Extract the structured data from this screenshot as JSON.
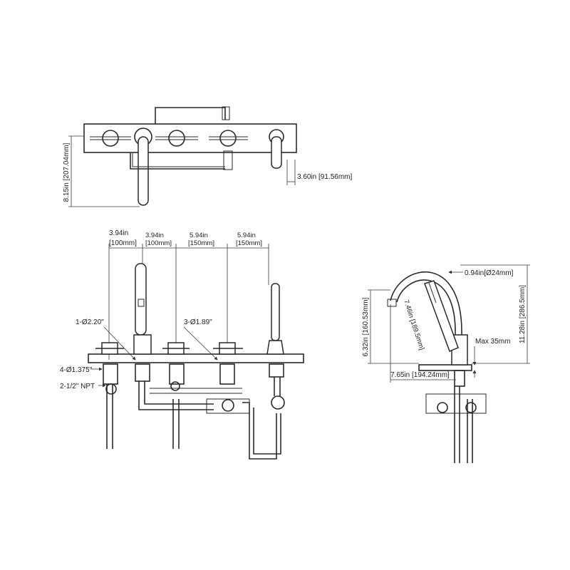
{
  "top_view": {
    "height_dim": "8.15in [207.04mm]",
    "offset_dim": "3.60in [91.56mm]"
  },
  "front_view": {
    "spacing": [
      {
        "in": "3.94in",
        "mm": "[100mm]"
      },
      {
        "in": "3.94in",
        "mm": "[100mm]"
      },
      {
        "in": "5.94in",
        "mm": "[150mm]"
      },
      {
        "in": "5.94in",
        "mm": "[150mm]"
      }
    ],
    "hole_spout": "1-Ø2.20\"",
    "hole_valves": "3-Ø1.89\"",
    "hole_all": "4-Ø1.375\"",
    "npt": "2-1/2\" NPT"
  },
  "side_view": {
    "tube_dia": "0.94in[Ø24mm]",
    "total_height": "11.28in [286.5mm]",
    "spout_height": "6.32in [160.53mm]",
    "spout_length": "7.46in [189.5mm]",
    "max_deck": "Max 35mm",
    "reach": "7.65in [194.24mm]"
  }
}
